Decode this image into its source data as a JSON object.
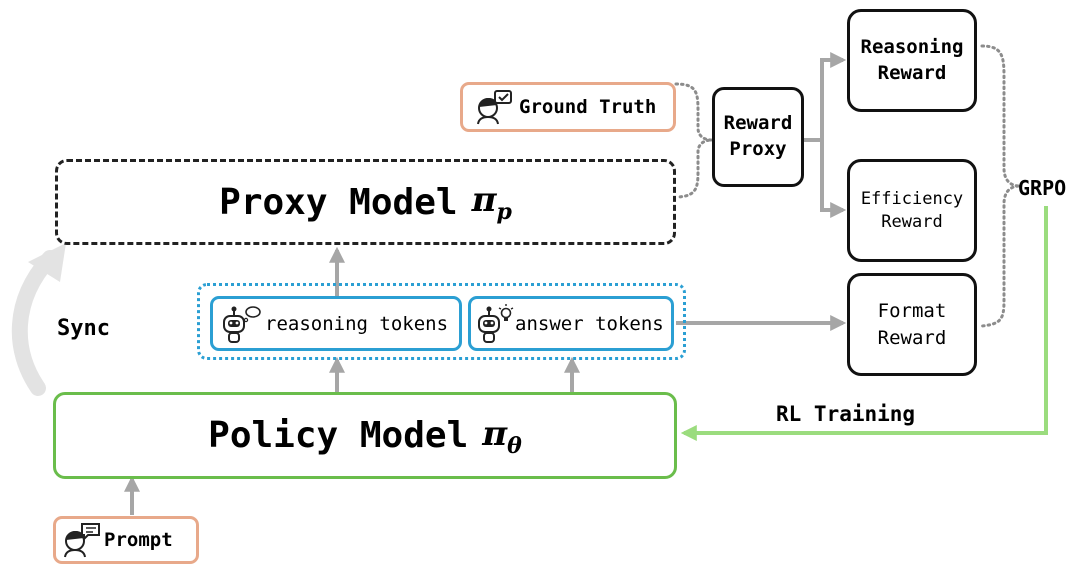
{
  "proxy_model": {
    "label": "Proxy Model",
    "symbol": "π",
    "subscript": "p"
  },
  "policy_model": {
    "label": "Policy Model",
    "symbol": "π",
    "subscript": "θ"
  },
  "ground_truth": {
    "label": "Ground Truth"
  },
  "prompt": {
    "label": "Prompt"
  },
  "reward_proxy": {
    "line1": "Reward",
    "line2": "Proxy"
  },
  "rewards": {
    "reasoning": {
      "line1": "Reasoning",
      "line2": "Reward"
    },
    "efficiency": {
      "line1": "Efficiency",
      "line2": "Reward"
    },
    "format": {
      "line1": "Format",
      "line2": "Reward"
    }
  },
  "tokens": {
    "reasoning": "reasoning tokens",
    "answer": "answer tokens"
  },
  "grpo": "GRPO",
  "rl_training": "RL Training",
  "sync": "Sync",
  "colors": {
    "orange_border": "#e8a98a",
    "blue_border": "#2b9fd3",
    "green": "#6abd4b",
    "green_light": "#9bdc7e",
    "arrow_gray": "#a6a6a6",
    "dotted_gray": "#8c8c8c"
  }
}
